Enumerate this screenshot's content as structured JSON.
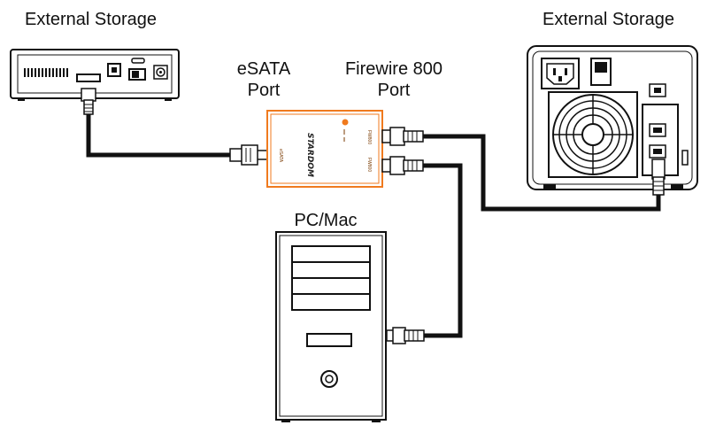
{
  "labels": {
    "external_storage_left": "External Storage",
    "external_storage_right": "External Storage",
    "esata_port_line1": "eSATA",
    "esata_port_line2": "Port",
    "firewire_port_line1": "Firewire 800",
    "firewire_port_line2": "Port",
    "pc_mac": "PC/Mac"
  },
  "hub": {
    "brand": "STARDOM",
    "port_esata": "eSATA",
    "port_fw1": "FW800",
    "port_fw2": "FW800",
    "accent_color": "#f07a1e"
  },
  "colors": {
    "line": "#111111",
    "cable": "#111111"
  },
  "icons": {
    "hub_power_led": "led-icon",
    "power_socket": "power-socket-icon",
    "fan": "fan-icon",
    "cdrom_drive": "drive-bay-icon"
  }
}
